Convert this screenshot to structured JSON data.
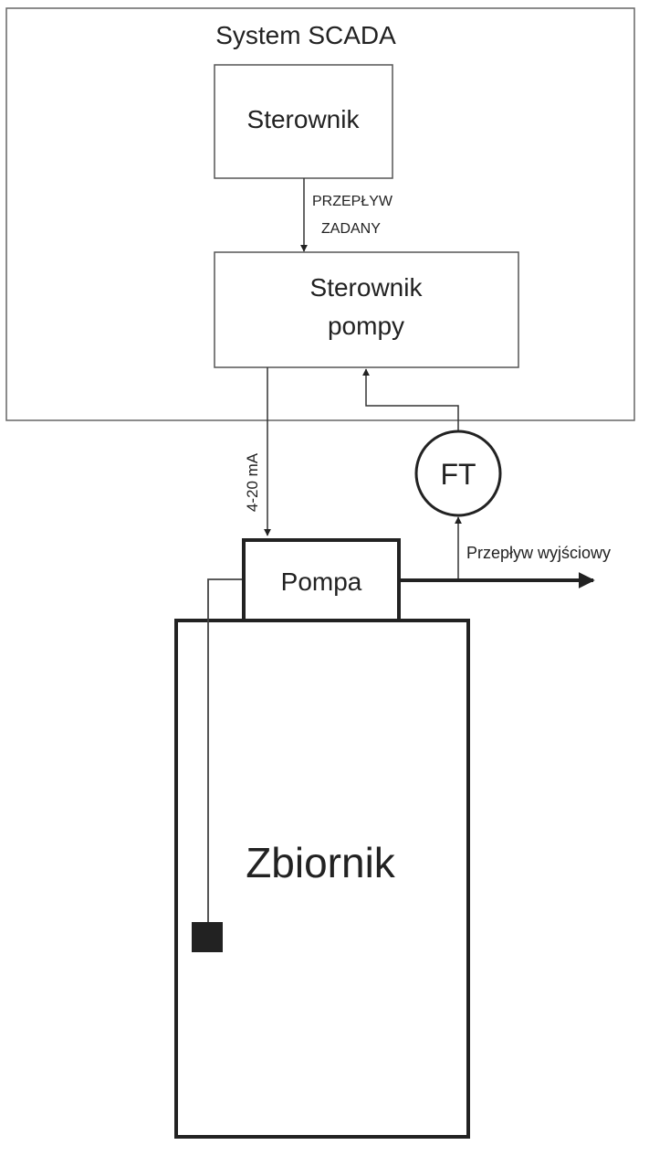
{
  "diagram": {
    "scada_title": "System SCADA",
    "controller": "Sterownik",
    "setpoint_label_line1": "PRZEPŁYW",
    "setpoint_label_line2": "ZADANY",
    "pump_controller_line1": "Sterownik",
    "pump_controller_line2": "pompy",
    "signal_label": "4-20 mA",
    "flow_transmitter": "FT",
    "pump": "Pompa",
    "output_flow": "Przepływ wyjściowy",
    "tank": "Zbiornik",
    "colors": {
      "line_thin": "#555555",
      "line_thick": "#222222",
      "text": "#222222",
      "background": "#ffffff"
    }
  }
}
